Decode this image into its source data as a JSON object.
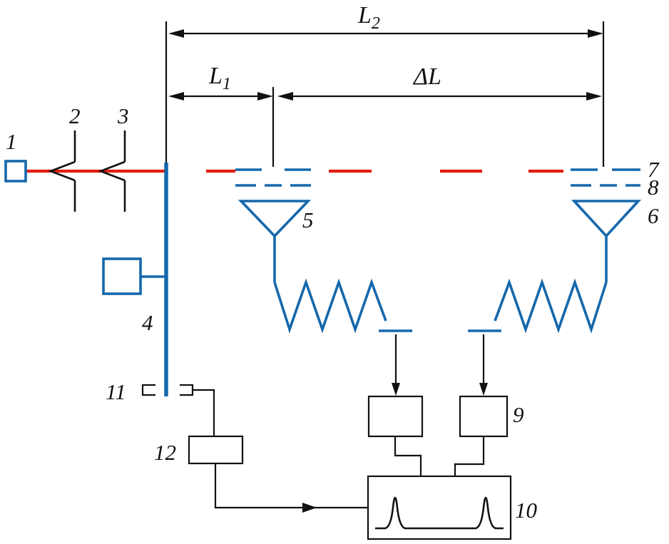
{
  "colors": {
    "blue": "#1668ac",
    "red": "#e11d0f",
    "black": "#111111"
  },
  "labels": {
    "n1": "1",
    "n2": "2",
    "n3": "3",
    "n4": "4",
    "n5": "5",
    "n6": "6",
    "n7": "7",
    "n8": "8",
    "n9": "9",
    "n10": "10",
    "n11": "11",
    "n12": "12"
  },
  "dimensions": {
    "L1_base": "L",
    "L1_sub": "1",
    "L2_base": "L",
    "L2_sub": "2",
    "delta_L": "ΔL"
  }
}
